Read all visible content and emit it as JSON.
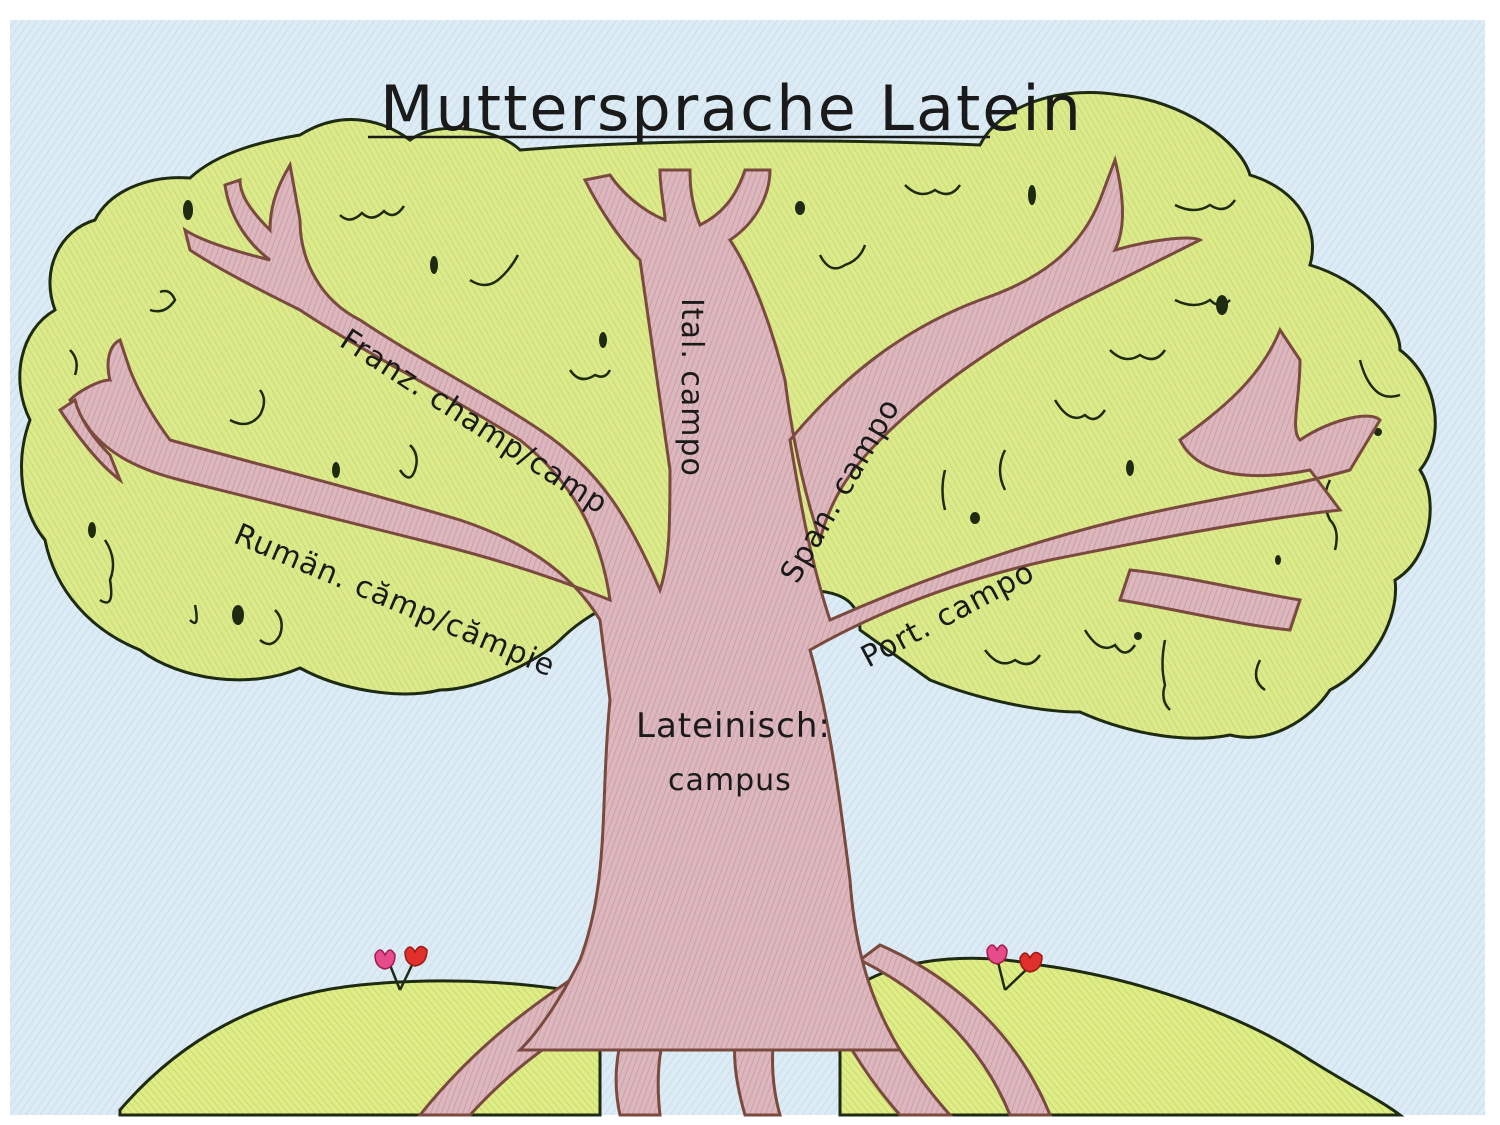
{
  "title": "Muttersprache Latein",
  "trunk": {
    "line1": "Lateinisch:",
    "line2": "campus"
  },
  "branches": {
    "french": "Franz. champ/camp",
    "italian": "Ital. campo",
    "spanish": "Span. campo",
    "romanian": "Rumän. cămp/cămpie",
    "portuguese": "Port. campo"
  },
  "colors": {
    "sky": "#dcebf4",
    "foliage": "#d9e98a",
    "foliage_outline": "#1e2b12",
    "trunk": "#d7b1b8",
    "trunk_outline": "#7a4a3f",
    "hill": "#dbe97e",
    "flower_red": "#e0302b",
    "flower_pink": "#e64b8c"
  }
}
